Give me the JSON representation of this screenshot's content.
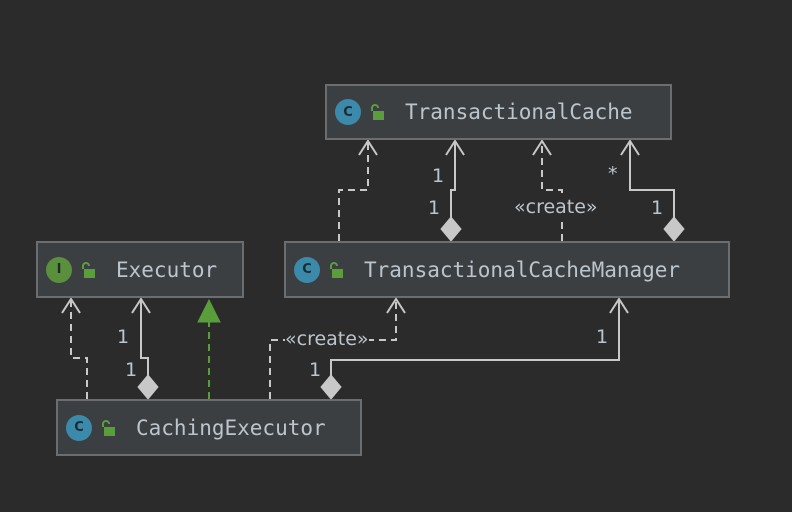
{
  "colors": {
    "background": "#2b2b2b",
    "node_fill": "#3c3f41",
    "node_border": "#6b6e70",
    "edge": "#c8c8c8",
    "text": "#bcc4cc",
    "class_badge": "#3c8aab",
    "interface_badge": "#5a8f3c",
    "lock_icon": "#5a9e3c",
    "inheritance_edge": "#5a9e3c"
  },
  "nodes": {
    "transactional_cache": {
      "kind": "class",
      "badge": "C",
      "name": "TransactionalCache",
      "icon": "class-icon"
    },
    "executor": {
      "kind": "interface",
      "badge": "I",
      "name": "Executor",
      "icon": "interface-icon"
    },
    "transactional_cache_manager": {
      "kind": "class",
      "badge": "C",
      "name": "TransactionalCacheManager",
      "icon": "class-icon"
    },
    "caching_executor": {
      "kind": "class",
      "badge": "C",
      "name": "CachingExecutor",
      "icon": "class-icon"
    }
  },
  "edges": {
    "tcm_to_tc_create": {
      "from": "TransactionalCacheManager",
      "to": "TransactionalCache",
      "type": "dependency",
      "label": "«create»"
    },
    "tcm_to_tc_agg_a": {
      "from": "TransactionalCacheManager",
      "to": "TransactionalCache",
      "type": "aggregation",
      "source_multiplicity": "1",
      "target_multiplicity": "1"
    },
    "tcm_to_tc_agg_b": {
      "from": "TransactionalCacheManager",
      "to": "TransactionalCache",
      "type": "aggregation",
      "source_multiplicity": "1",
      "target_multiplicity": "*"
    },
    "tcm_to_tc_dep": {
      "from": "TransactionalCacheManager",
      "to": "TransactionalCache",
      "type": "dependency"
    },
    "ce_to_exec_dep": {
      "from": "CachingExecutor",
      "to": "Executor",
      "type": "dependency"
    },
    "ce_to_exec_agg": {
      "from": "CachingExecutor",
      "to": "Executor",
      "type": "aggregation",
      "source_multiplicity": "1",
      "target_multiplicity": "1"
    },
    "ce_implements_exec": {
      "from": "CachingExecutor",
      "to": "Executor",
      "type": "realization"
    },
    "ce_to_tcm_create": {
      "from": "CachingExecutor",
      "to": "TransactionalCacheManager",
      "type": "dependency",
      "label": "«create»"
    },
    "ce_to_tcm_agg": {
      "from": "CachingExecutor",
      "to": "TransactionalCacheManager",
      "type": "aggregation",
      "source_multiplicity": "1",
      "target_multiplicity": "1"
    }
  }
}
